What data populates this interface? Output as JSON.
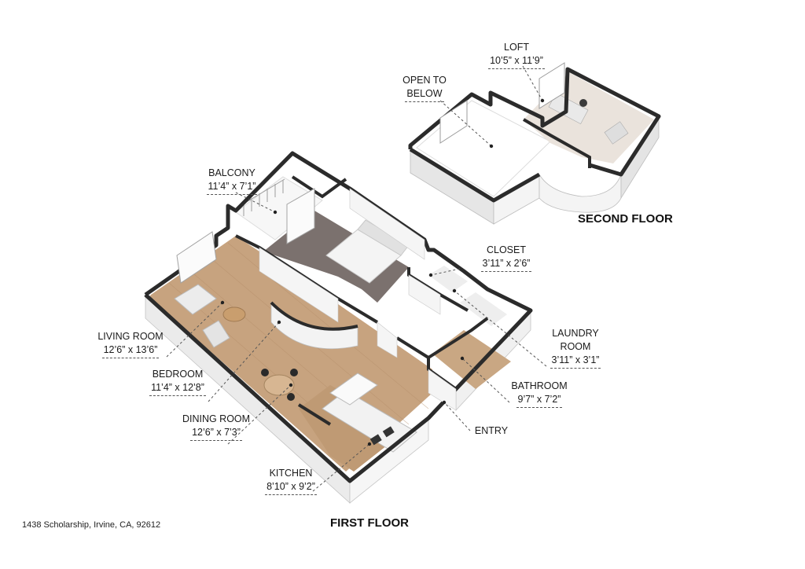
{
  "floors": {
    "first": "FIRST FLOOR",
    "second": "SECOND FLOOR"
  },
  "rooms": {
    "loft": {
      "name": "LOFT",
      "dim": "10’5” x 11’9”"
    },
    "open_to_below": {
      "line1": "OPEN TO",
      "line2": "BELOW"
    },
    "balcony": {
      "name": "BALCONY",
      "dim": "11’4” x 7’1”"
    },
    "closet": {
      "name": "CLOSET",
      "dim": "3’11” x 2’6”"
    },
    "living_room": {
      "name": "LIVING ROOM",
      "dim": "12’6” x 13’6”"
    },
    "laundry_room": {
      "line1": "LAUNDRY",
      "line2": "ROOM",
      "dim": "3’11” x 3’1”"
    },
    "bedroom": {
      "name": "BEDROOM",
      "dim": "11’4” x 12’8”"
    },
    "bathroom": {
      "name": "BATHROOM",
      "dim": "9’7” x 7’2”"
    },
    "dining_room": {
      "name": "DINING ROOM",
      "dim": "12’6” x 7’3”"
    },
    "entry": {
      "name": "ENTRY"
    },
    "kitchen": {
      "name": "KITCHEN",
      "dim": "8’10” x 9’2”"
    }
  },
  "address": "1438 Scholarship, Irvine, CA, 92612",
  "colors": {
    "wall_top": "#2b2b2b",
    "wall_face": "#f2f2f2",
    "wall_shadow": "#d9d9d9",
    "floor_wood": "#c4a27e",
    "floor_carpet": "#7a6f6c",
    "floor_tile": "#efefef",
    "floor_white": "#ffffff",
    "leader_line": "#555555"
  }
}
